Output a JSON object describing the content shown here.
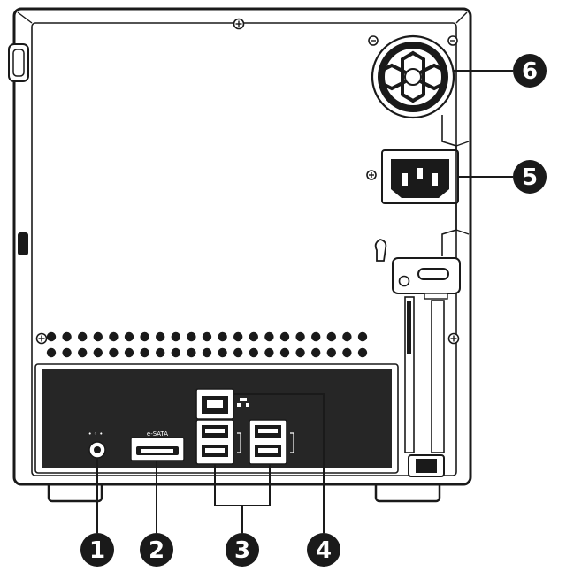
{
  "callouts": [
    {
      "id": "1",
      "label": "1"
    },
    {
      "id": "2",
      "label": "2"
    },
    {
      "id": "3",
      "label": "3"
    },
    {
      "id": "4",
      "label": "4"
    },
    {
      "id": "5",
      "label": "5"
    },
    {
      "id": "6",
      "label": "6"
    }
  ],
  "port_labels": {
    "esata": "e-SATA"
  },
  "icons": [
    "fan-icon",
    "power-socket-icon",
    "lan-port-icon",
    "usb-port-icon",
    "esata-port-icon",
    "dc-jack-icon",
    "screw-icon",
    "lock-slot-icon"
  ],
  "colors": {
    "outline": "#1a1a1a",
    "panel": "#222222",
    "callout_fill": "#1a1a1a",
    "background": "#ffffff"
  }
}
